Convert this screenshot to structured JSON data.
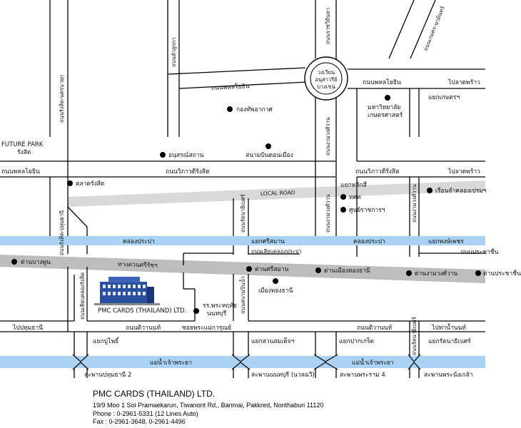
{
  "roads": {
    "phahonyothin_top": "ถนนพหลโยธิน",
    "phahonyothin_right": "ถนนพหลโยธิน",
    "phahonyothin_left": "ถนนพหลโยธิน",
    "ratchawithi_top": "ถนนราชวิถีนทา",
    "kaset_nawamin": "ถนนเกษตร-นวมินทร์",
    "lam_luk_ka": "ถนนลำลูกกา",
    "rangsit_nakhon_nayok": "ถนนรังสิต-นครนายก",
    "ngam_wong_wan_top": "ถนนงามวงศ์วาน",
    "vibhavadi_left": "ถนนวิภาวดีรังสิต",
    "vibhavadi_right": "ถนนวิภาวดีรังสิต",
    "local_road": "LOCAL ROAD",
    "rangsit_pathum": "ถนนรังสิต-ปทุมธานี",
    "ngam_wong_wan_mid": "ถนนงามวงศ์วาน",
    "ngam_wong_wan_right": "ถนนงามวงศ์วาน",
    "rattanathibet_mid": "ถนนรัตนาธิเบศร์",
    "prachachuen_top": "ถนนประชาชื่น",
    "liap_khlong_prapa": "ถนนเลียบคลองประปา",
    "liap_khlong_rangsit": "ถนนเลียบคลองรังสิต",
    "express_road": "ทางด่วนศรีรัชฯ",
    "tiwanon_left": "ถนนติวานนท์",
    "tiwanon_right": "ถนนติวานนท์",
    "soi_phra_mae": "ซอยพระแม่การุณย์",
    "rattanathibet_bottom": "ถนนรัตนาธิเบศร์",
    "thanon_sanambin": "ถนนสนามบินน้ำ"
  },
  "junctions": {
    "victory_circle": [
      "วงเวียน",
      "อนุสาวรีย์",
      "บางเขน"
    ],
    "yaek_kaset": "แยกเกษตรฯ",
    "lat_phrao_top": "ไปลาดพร้าว",
    "lat_phrao_mid": "ไปลาดพร้าว",
    "yaek_lak_si": "แยกหลักสี่",
    "yaek_si_saman": "แยกศรีสมาน",
    "yaek_pong_phet": "แยกพงษ์เพชร",
    "to_pathum_thani": "ไปปทุมธานี",
    "yaek_pak_kret": "แยกปากเกร็ด",
    "to_tha_nam_non": "ไปท่าน้ำนนท์",
    "yaek_bu_phot": "แยกบู่โพธิ์",
    "yaek_suan_somdet": "แยกสวนสมเด็จฯ",
    "yaek_rattanathibet": "แยกรัตนาธิเบศร์"
  },
  "canals": {
    "khlong_prapa_left": "คลองประปา",
    "khlong_prapa_right": "คลองประปา",
    "river_left": "แม่น้ำเจ้าพระยา",
    "river_right": "แม่น้ำเจ้าพระยา"
  },
  "bridges": {
    "pathum_thani_2": "สะพานปทุมธานี 2",
    "nonthaburi": "สะพานนนทบุรี (นวลฉวี)",
    "phra_ram_4": "สะพานพระราม 4",
    "phra_nang_klao": "สะพานพระนั่งเกล้า"
  },
  "places": {
    "kong_thap_akat": "กองทัพอากาศ",
    "kasetsart": [
      "มหาวิทยาลัย",
      "เกษตรศาสตร์"
    ],
    "anusorn_sathan": "อนุสรณ์สถาน",
    "don_mueang": "สนามบินดอนเมือง",
    "future_park": [
      "FUTURE PARK",
      "รังสิต"
    ],
    "talat_rangsit": "ตลาดรังสิต",
    "tot": "ทศท",
    "government_center": "ศูนย์ราชการฯ",
    "ruean_jam": "เรือนจำคลองเปรมฯ",
    "muang_thong_thani": "เมืองทองธานี",
    "rr_phra_hathai": [
      "รร.พระหฤทัย",
      "นนทบุรี"
    ],
    "pmc_on_map": "PMC CARDS (THAILAND) LTD."
  },
  "toll_booths": {
    "bang_phun": "ด่านบางพูน",
    "si_saman": "ด่านศรีสมาน",
    "muang_thong": "ด่านเมืองทองธานี",
    "ngam_wong_wan": "ด่านงามวงศ์วาน",
    "prachachuen": "ด่านประชาชื่น"
  },
  "footer": {
    "company": "PMC CARDS (THAILAND) LTD.",
    "address": "19/9 Moo 1 Soi Pramaekarun, Tiwanont Rd., Banmai, Pakkred, Nonthaburi 11120",
    "phone": "Phone : 0-2961-5331 (12 Lines Auto)",
    "fax": "Fax : 0-2961-3648, 0-2961-4496"
  },
  "colors": {
    "canal": "#a9d2f5",
    "highway": "#bdbdbd",
    "local_road": "#d9d9d9",
    "building": "#2a4fa0"
  }
}
